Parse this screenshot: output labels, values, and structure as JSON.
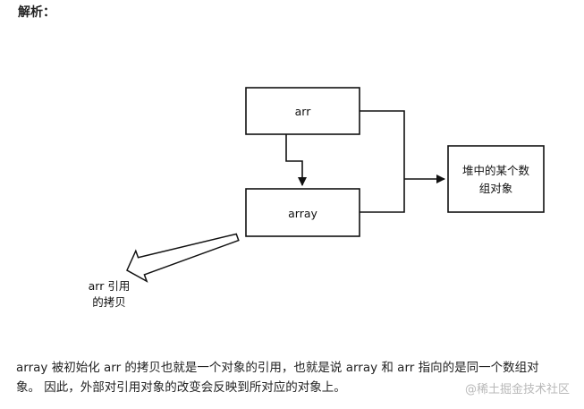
{
  "heading": "解析：",
  "diagram": {
    "box_arr": "arr",
    "box_array": "array",
    "box_heap_line1": "堆中的某个数",
    "box_heap_line2": "组对象",
    "label_ref_line1": "arr 引用",
    "label_ref_line2": "的拷贝"
  },
  "paragraph": {
    "line1": "array 被初始化 arr 的拷贝也就是一个对象的引用，也就是说 array 和 arr 指向的是同一个数组对",
    "line2": "象。 因此，外部对引用对象的改变会反映到所对应的对象上。"
  },
  "watermark": "@稀土掘金技术社区"
}
